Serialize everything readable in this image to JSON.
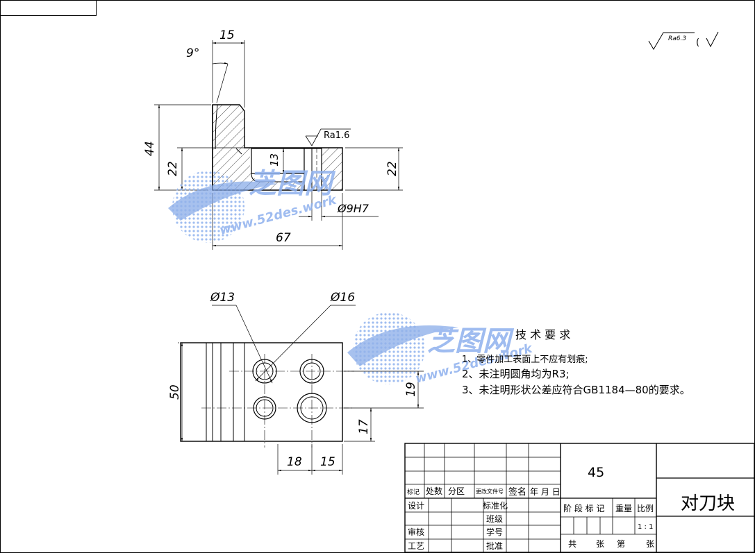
{
  "dimensions": {
    "width_15": "15",
    "angle_9": "9°",
    "height_44": "44",
    "height_22_left": "22",
    "depth_13": "13",
    "height_22_right": "22",
    "roughness_ra16": "Ra1.6",
    "hole_9h7": "Ø9H7",
    "length_67": "67",
    "dia_13": "Ø13",
    "dia_16": "Ø16",
    "height_50": "50",
    "spacing_19": "19",
    "spacing_17": "17",
    "spacing_18": "18",
    "spacing_15": "15"
  },
  "roughness_note": "Ra6.3",
  "roughness_paren": "(",
  "tech_requirements": {
    "title": "技 术 要 求",
    "items": [
      "1、零件加工表面上不应有划痕;",
      "2、未注明圆角均为R3;",
      "3、未注明形状公差应符合GB1184—80的要求。"
    ]
  },
  "watermark": {
    "brand": "芝图网",
    "url": "www.52des.work"
  },
  "title_block": {
    "material": "45",
    "part_name": "对刀块",
    "header_cells": [
      "标记",
      "处数",
      "分区",
      "更改文件号",
      "签名",
      "年 月 日"
    ],
    "rows": [
      {
        "left": "设计",
        "mid": "标准化"
      },
      {
        "left": "",
        "mid": "班级"
      },
      {
        "left": "审核",
        "mid": "学号"
      },
      {
        "left": "工艺",
        "mid": "批准"
      }
    ],
    "stage_label": "阶 段 标 记",
    "weight_label": "重量",
    "scale_label": "比例",
    "scale_value": "1 : 1",
    "sheets_total": "共",
    "sheets_zhang1": "张",
    "sheets_di": "第",
    "sheets_zhang2": "张"
  }
}
